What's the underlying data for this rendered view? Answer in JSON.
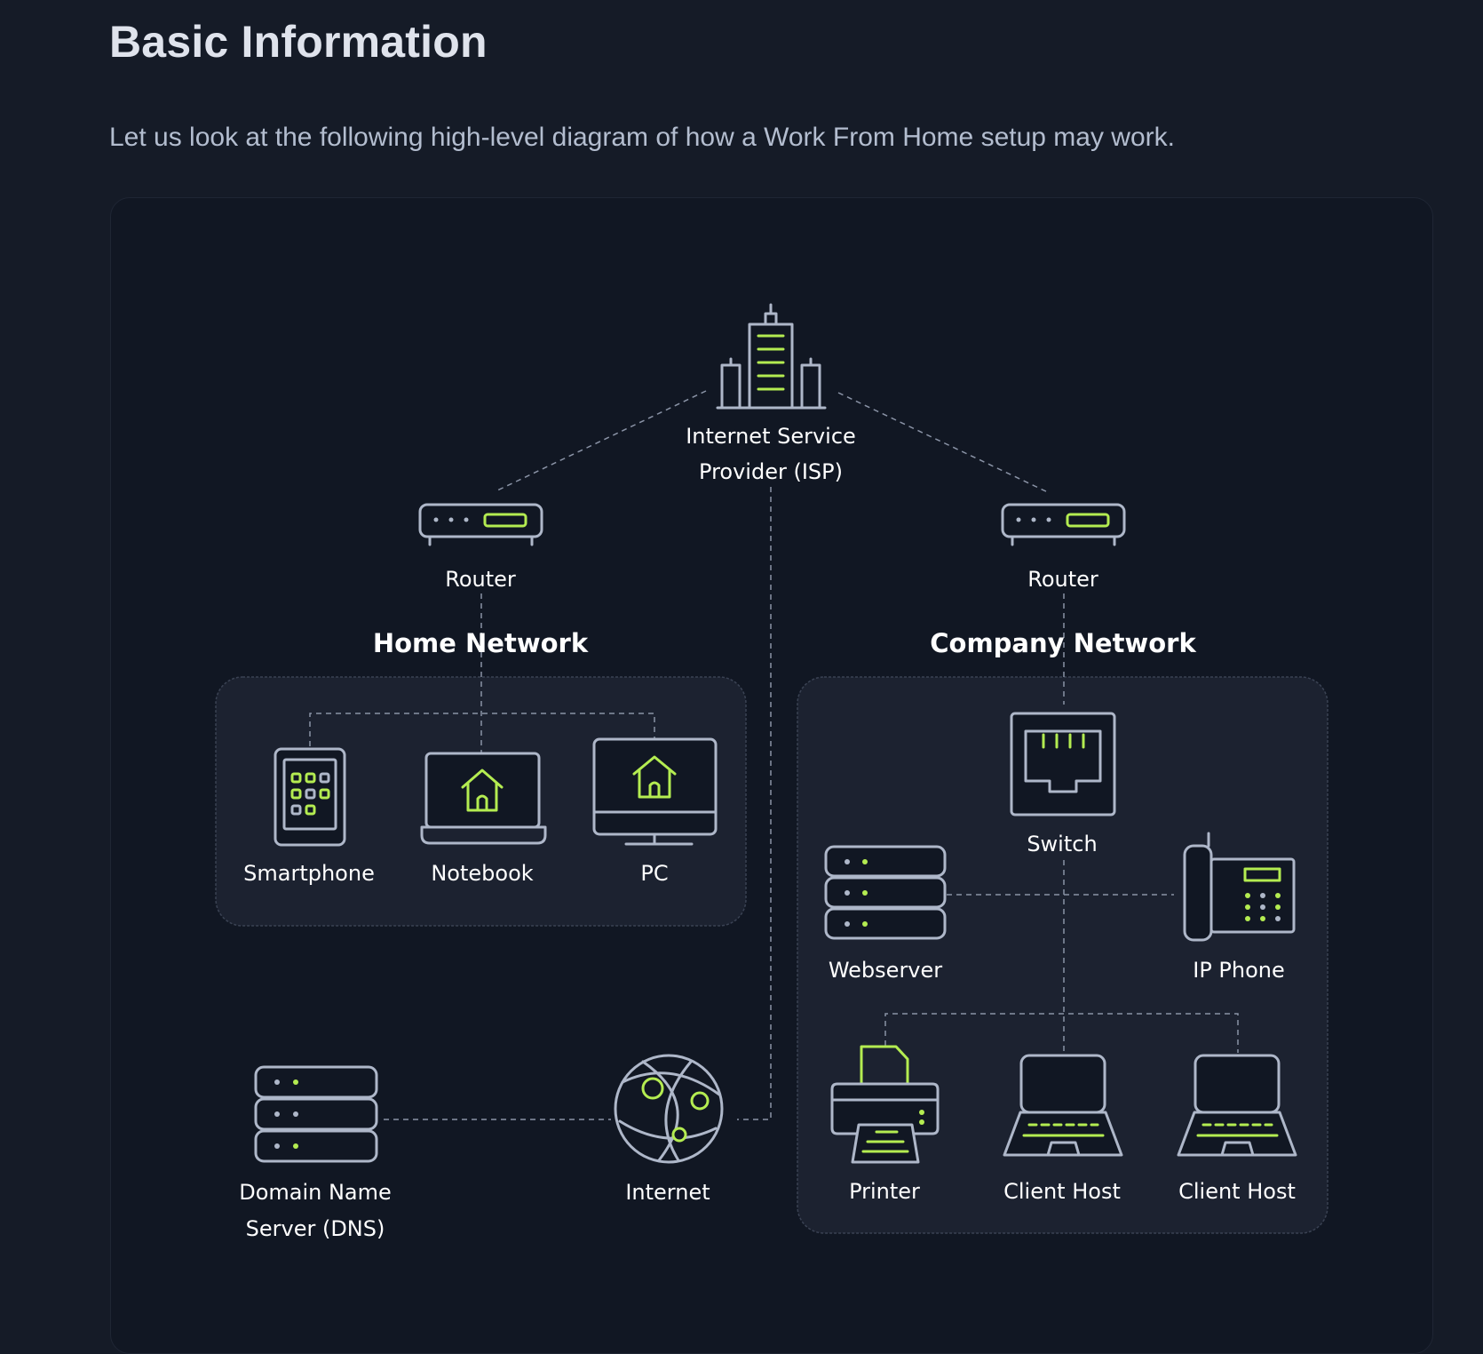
{
  "page": {
    "heading": "Basic Information",
    "intro": "Let us look at the following high-level diagram of how a Work From Home setup may work."
  },
  "diagram": {
    "isp": {
      "line1": "Internet Service",
      "line2": "Provider (ISP)",
      "icon": "office-building-icon"
    },
    "home_router": {
      "label": "Router",
      "icon": "router-icon"
    },
    "company_router": {
      "label": "Router",
      "icon": "router-icon"
    },
    "home_network": {
      "title": "Home Network",
      "devices": [
        {
          "label": "Smartphone",
          "icon": "smartphone-icon"
        },
        {
          "label": "Notebook",
          "icon": "laptop-icon"
        },
        {
          "label": "PC",
          "icon": "desktop-monitor-icon"
        }
      ]
    },
    "company_network": {
      "title": "Company Network",
      "switch": {
        "label": "Switch",
        "icon": "network-switch-icon"
      },
      "webserver": {
        "label": "Webserver",
        "icon": "server-icon"
      },
      "ip_phone": {
        "label": "IP Phone",
        "icon": "ip-phone-icon"
      },
      "printer": {
        "label": "Printer",
        "icon": "printer-icon"
      },
      "client_host_1": {
        "label": "Client Host",
        "icon": "laptop-icon"
      },
      "client_host_2": {
        "label": "Client Host",
        "icon": "laptop-icon"
      }
    },
    "dns": {
      "line1": "Domain Name",
      "line2": "Server (DNS)",
      "icon": "server-icon"
    },
    "internet": {
      "label": "Internet",
      "icon": "globe-icon"
    }
  },
  "colors": {
    "accent": "#b4ec51",
    "background": "#151b27",
    "icon_stroke": "#aeb7c9"
  }
}
